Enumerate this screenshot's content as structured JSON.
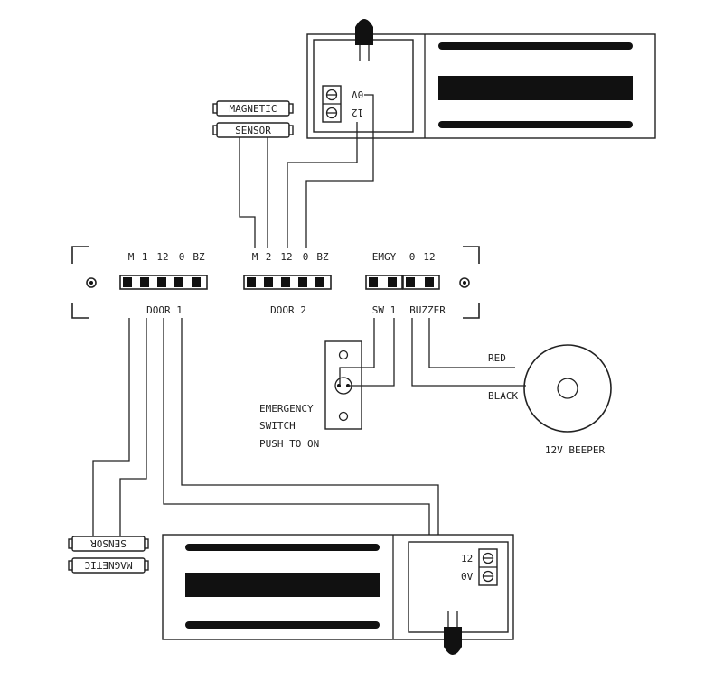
{
  "controller": {
    "door1_header": [
      "M",
      "1",
      "12",
      "0",
      "BZ"
    ],
    "door2_header": [
      "M",
      "2",
      "12",
      "0",
      "BZ"
    ],
    "emgy_header": "EMGY",
    "buzzer_header": [
      "0",
      "12"
    ],
    "door1_label": "DOOR 1",
    "door2_label": "DOOR 2",
    "sw1_label": "SW 1",
    "buzzer_label": "BUZZER"
  },
  "sensor_top": {
    "magnetic": "MAGNETIC",
    "sensor": "SENSOR"
  },
  "sensor_bottom": {
    "magnetic": "MAGNETIC",
    "sensor": "SENSOR"
  },
  "lock_top": {
    "terminal_0v": "0V",
    "terminal_12": "12"
  },
  "lock_bottom": {
    "terminal_12": "12",
    "terminal_0v": "0V"
  },
  "emergency": {
    "line1": "EMERGENCY",
    "line2": "SWITCH",
    "line3": "PUSH TO ON"
  },
  "beeper": {
    "red": "RED",
    "black": "BLACK",
    "label": "12V BEEPER"
  }
}
